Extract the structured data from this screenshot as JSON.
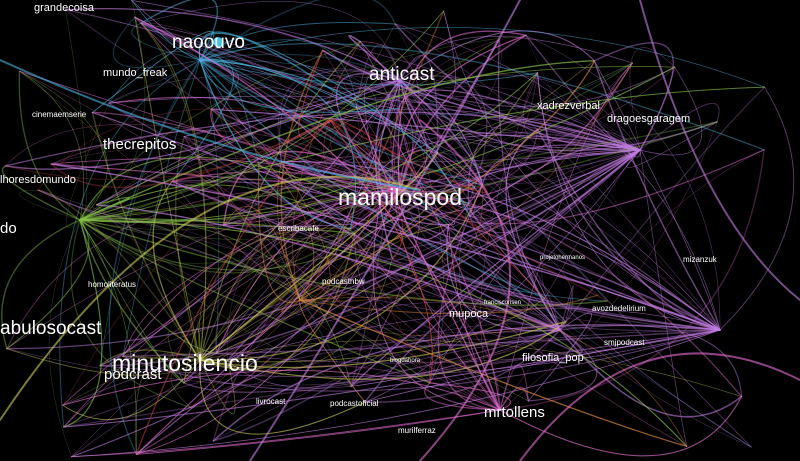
{
  "graph": {
    "colors": {
      "background": "#000000",
      "purple_cluster": "#c67ee6",
      "pink_cluster": "#e86fd6",
      "blue_cluster": "#4ab4e0",
      "green_cluster": "#86c24a",
      "yellow_cluster": "#cfcf55",
      "orange_cluster": "#e08a40",
      "red_cluster": "#e04a4a",
      "cyan_node": "#3fc4e8"
    },
    "labels": {
      "grandecoisa": "grandecoisa",
      "naoouvo": "naoouvo",
      "mundo_freak": "mundo_freak",
      "anticast": "anticast",
      "xadrezverbal": "xadrezverbal",
      "dragoesgaragem": "dragoesgaragem",
      "cinemaemserie": "cinemaemserie",
      "thecrepitos": "thecrepitos",
      "lhoresdomundo": "lhoresdomundo",
      "mamilospod": "mamilospod",
      "do": "do",
      "escribacafe": "escribacafe",
      "mizanzuk": "mizanzuk",
      "homoliteratus": "homoliteratus",
      "podcastnbw": "podcastnbw",
      "abulosocast": "abulosocast",
      "mupoca": "mupoca",
      "avozdedelirium": "avozdedelirium",
      "smjpodcast": "smjpodcast",
      "minutosilencio": "minutosilencio",
      "filosofia_pop": "filosofia_pop",
      "podcrast": "podcrast",
      "livrocast": "livrocast",
      "podcastoficial": "podcastoficial",
      "mrtollens": "mrtollens",
      "murilferraz": "murilferraz",
      "projetohermanos": "projetohermanos",
      "francisconsen": "francisconsen",
      "blogdahora": "blogdahora"
    }
  }
}
